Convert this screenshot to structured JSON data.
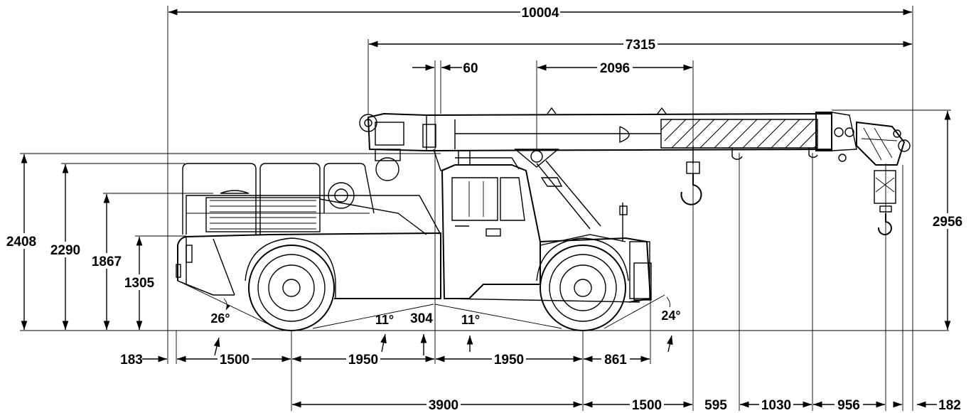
{
  "overall": {
    "length": "10004",
    "boom_span": "7315",
    "slew_offset": "60",
    "hook_reach": "2096"
  },
  "heights": {
    "guard_top": "2408",
    "cab_roof": "2290",
    "deck": "1867",
    "chassis": "1305",
    "boom_height": "2956"
  },
  "angles": {
    "rear_departure": "26°",
    "ramp_rear": "11°",
    "ramp_front": "11°",
    "front_approach": "24°"
  },
  "bottom_row": {
    "rear_overhang": "183",
    "rear_to_axle": "1500",
    "axle_to_center_a": "1950",
    "center_offset": "304",
    "axle_to_center_b": "1950",
    "front_overhang": "861"
  },
  "lower_row": {
    "wheelbase": "3900",
    "front_to_hook": "1500",
    "hook_a": "595",
    "hook_b": "1030",
    "hook_c": "956",
    "tip": "182"
  }
}
